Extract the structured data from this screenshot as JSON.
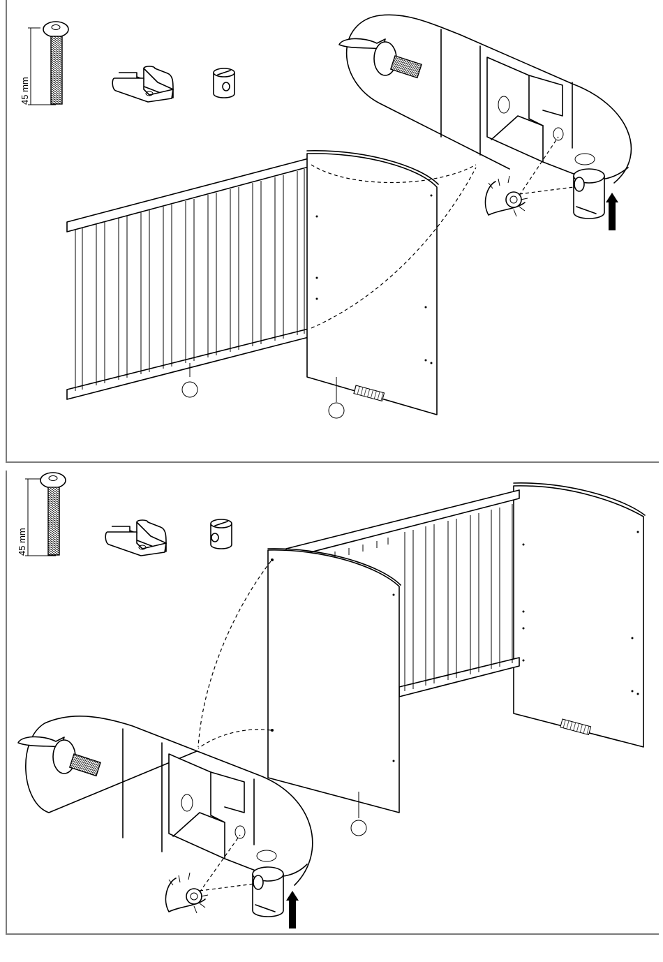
{
  "steps": [
    {
      "screw_length": "45 mm",
      "parts": [
        "bolt-45mm",
        "bracket",
        "barrel-nut"
      ],
      "callouts": [
        "side-rail",
        "end-panel"
      ]
    },
    {
      "screw_length": "45 mm",
      "parts": [
        "bolt-45mm",
        "bracket",
        "barrel-nut"
      ],
      "callouts": [
        "end-panel"
      ]
    }
  ],
  "colors": {
    "line": "#000000",
    "frame": "#7a7a7a",
    "background": "#ffffff"
  }
}
